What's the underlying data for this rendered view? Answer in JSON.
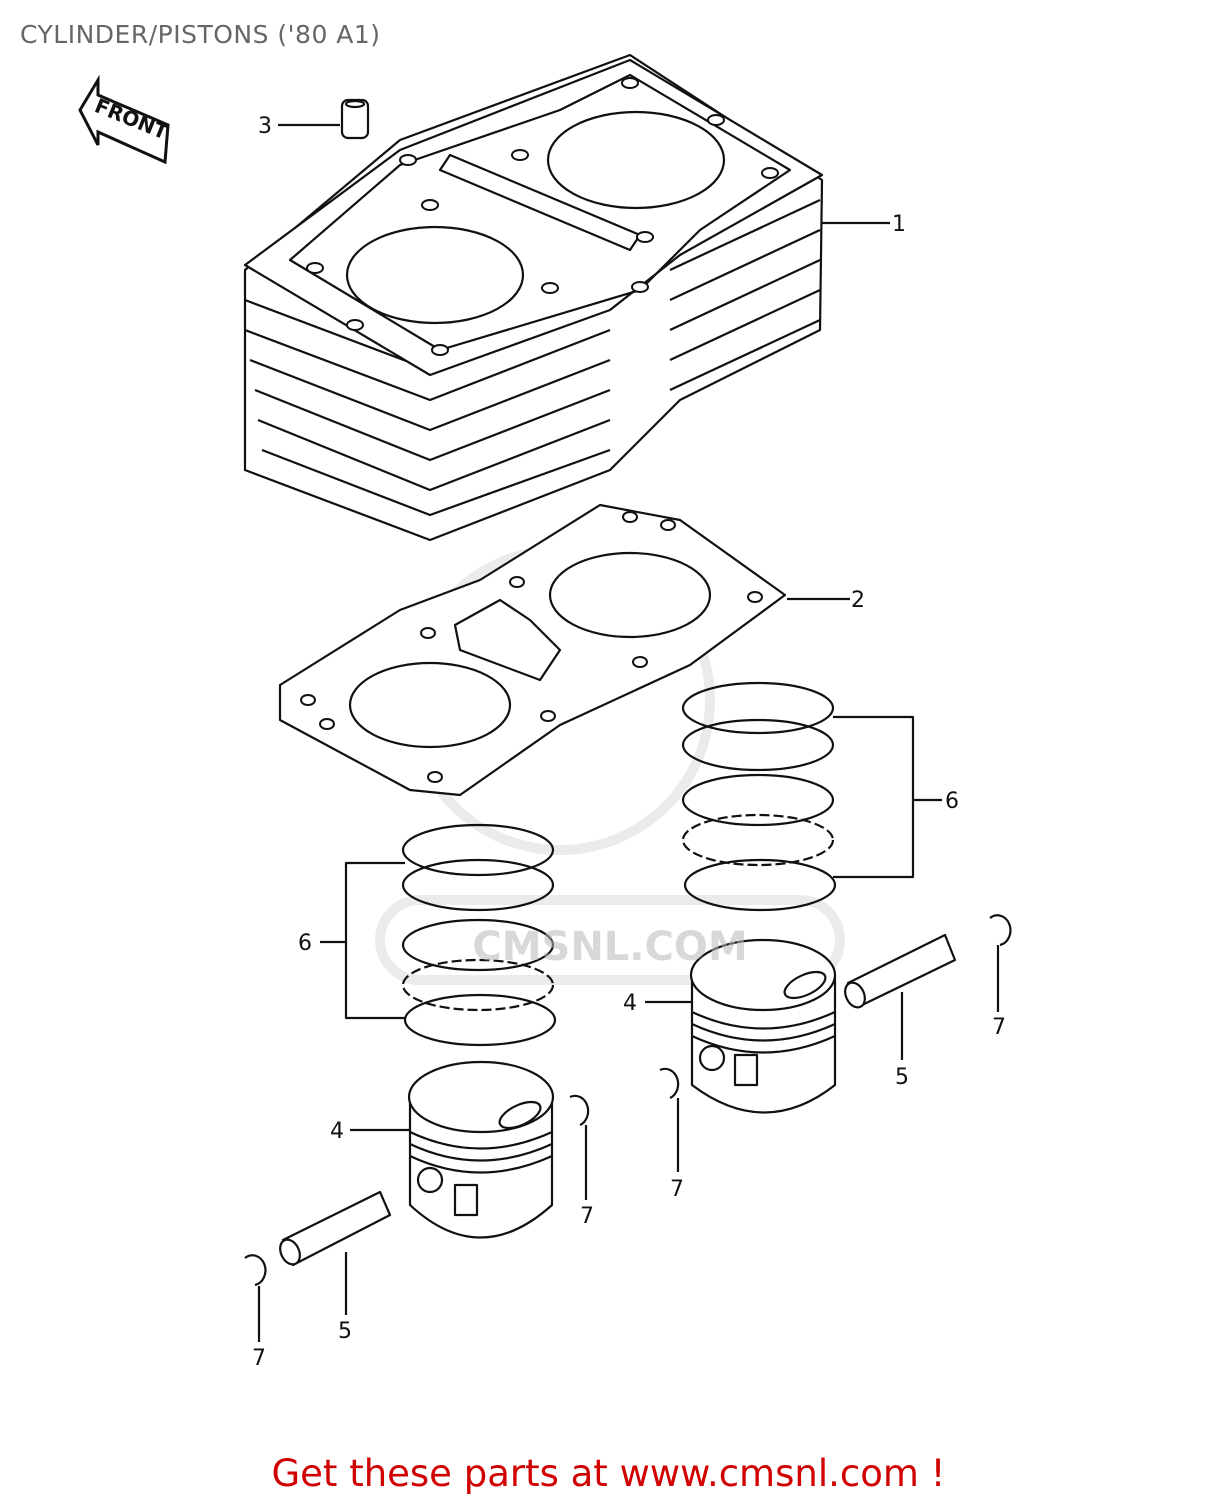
{
  "title": "CYLINDER/PISTONS ('80 A1)",
  "front_arrow": "FRONT",
  "callouts": {
    "cylinder": "1",
    "gasket": "2",
    "dowel_pin": "3",
    "piston_right": "4",
    "piston_left": "4",
    "piston_pin_right": "5",
    "piston_pin_left": "5",
    "ring_set_right": "6",
    "ring_set_left": "6",
    "circlip_far_right": "7",
    "circlip_mid": "7",
    "circlip_left_piston": "7",
    "circlip_far_left": "7"
  },
  "watermark": "CMSNL.COM",
  "footer": "Get these parts at www.cmsnl.com !"
}
